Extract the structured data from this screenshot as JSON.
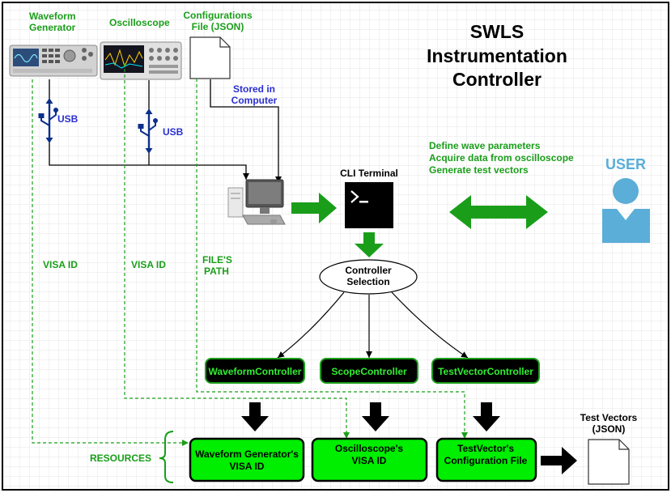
{
  "title": {
    "line1": "SWLS",
    "line2": "Instrumentation",
    "line3": "Controller"
  },
  "devices": {
    "waveform_generator": {
      "line1": "Waveform",
      "line2": "Generator"
    },
    "oscilloscope": {
      "label": "Oscilloscope"
    },
    "config_file": {
      "line1": "Configurations",
      "line2": "File (JSON)"
    }
  },
  "connections": {
    "usb_left": "USB",
    "usb_right": "USB",
    "stored_line1": "Stored in",
    "stored_line2": "Computer"
  },
  "side_labels": {
    "visa_id_left": "VISA ID",
    "visa_id_mid": "VISA ID",
    "file_path_line1": "FILE'S",
    "file_path_line2": "PATH"
  },
  "terminal": {
    "label": "CLI Terminal",
    "glyph": ">_"
  },
  "user": {
    "label": "USER",
    "actions": [
      "Define wave parameters",
      "Acquire data from oscilloscope",
      "Generate test vectors"
    ]
  },
  "selector": {
    "line1": "Controller",
    "line2": "Selection"
  },
  "controllers": [
    "WaveformController",
    "ScopeController",
    "TestVectorController"
  ],
  "resources": {
    "label": "RESOURCES",
    "boxes": [
      {
        "line1": "Waveform Generator's",
        "line2": "VISA ID"
      },
      {
        "line1": "Oscilloscope's",
        "line2": "VISA ID"
      },
      {
        "line1": "TestVector's",
        "line2": "Configuration File"
      }
    ]
  },
  "output": {
    "line1": "Test Vectors",
    "line2": "(JSON)"
  },
  "colors": {
    "green_text": "#1a9e1a",
    "blue_text": "#2a2fd0",
    "bright_green": "#00ee00",
    "arrow_green": "#1a9e1a",
    "controller_text": "#33ee33",
    "user_blue": "#5aaed7",
    "grid": "#e6e6e6"
  }
}
